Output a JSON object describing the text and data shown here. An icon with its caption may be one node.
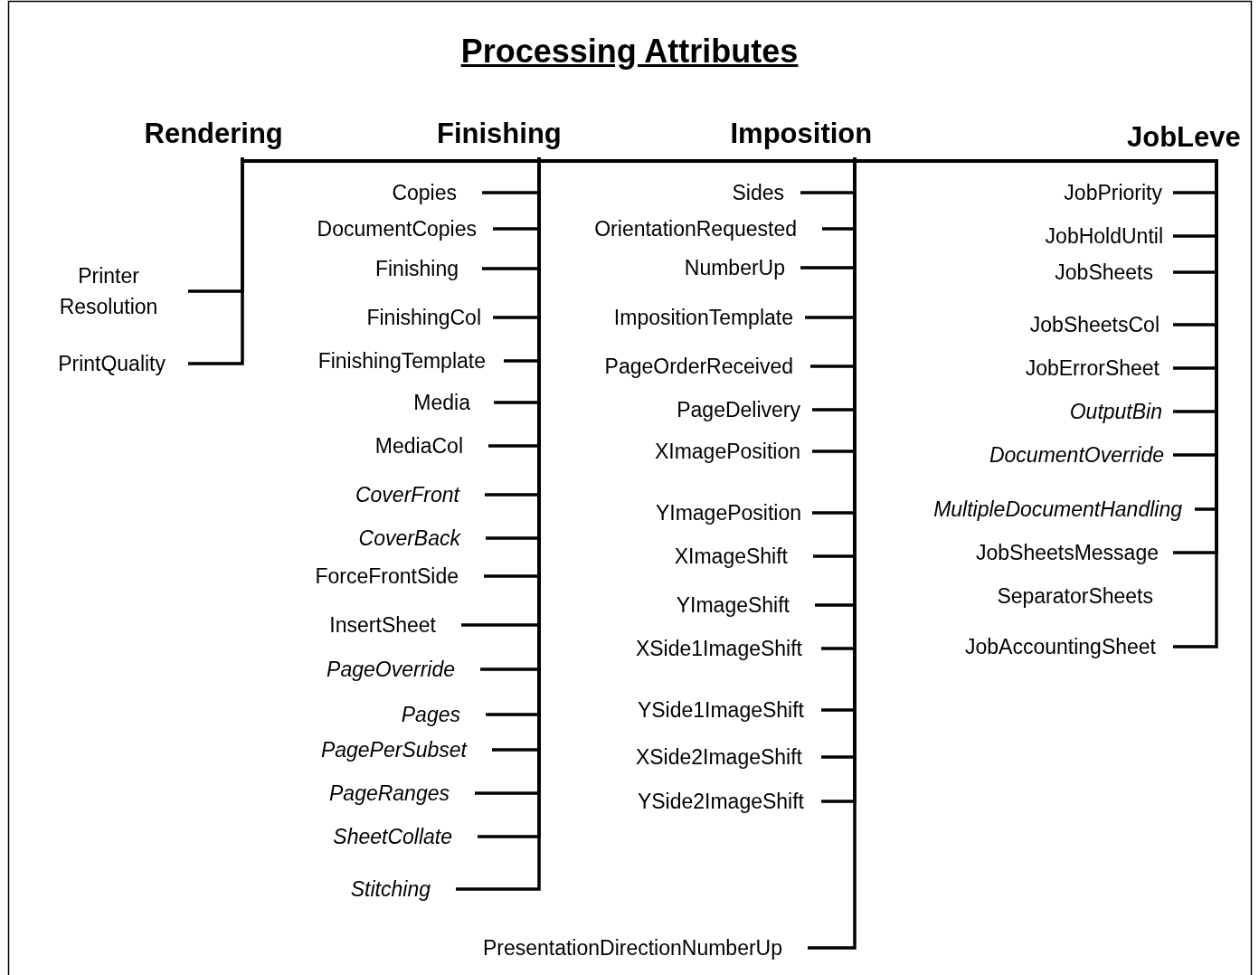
{
  "diagram": {
    "title": "Processing Attributes",
    "nodes": [
      {
        "text": [
          "Rendering"
        ]
      },
      {
        "text": [
          "Finishing"
        ]
      },
      {
        "text": [
          "Imposition"
        ]
      },
      {
        "text": [
          "JobLeve"
        ]
      },
      {
        "text": [
          "Printer Resolution"
        ]
      },
      {
        "text": [
          "PrintQuality"
        ]
      },
      {
        "text": [
          "Copies"
        ]
      },
      {
        "text": [
          "DocumentCopies"
        ]
      },
      {
        "text": [
          "Finishing"
        ]
      },
      {
        "text": [
          "FinishingCol"
        ]
      },
      {
        "text": [
          "FinishingTemplate"
        ]
      },
      {
        "text": [
          "Media"
        ]
      },
      {
        "text": [
          "MediaCol"
        ]
      },
      {
        "text": [
          "CoverFront"
        ]
      },
      {
        "text": [
          "CoverBack"
        ]
      },
      {
        "text": [
          "ForceFrontSide"
        ]
      },
      {
        "text": [
          "InsertSheet"
        ]
      },
      {
        "text": [
          "PageOverride"
        ]
      },
      {
        "text": [
          "Pages"
        ]
      },
      {
        "text": [
          "PagePerSubset"
        ]
      },
      {
        "text": [
          "PageRanges"
        ]
      },
      {
        "text": [
          "SheetCollate"
        ]
      },
      {
        "text": [
          "Stitching"
        ]
      },
      {
        "text": [
          "Sides"
        ]
      },
      {
        "text": [
          "OrientationRequested"
        ]
      },
      {
        "text": [
          "NumberUp"
        ]
      },
      {
        "text": [
          "ImpositionTemplate"
        ]
      },
      {
        "text": [
          "PageOrderReceived"
        ]
      },
      {
        "text": [
          "PageDelivery"
        ]
      },
      {
        "text": [
          "XImagePosition"
        ]
      },
      {
        "text": [
          "YImagePosition"
        ]
      },
      {
        "text": [
          "XImageShift"
        ]
      },
      {
        "text": [
          "YImageShift"
        ]
      },
      {
        "text": [
          "XSide1ImageShift"
        ]
      },
      {
        "text": [
          "YSide1ImageShift"
        ]
      },
      {
        "text": [
          "XSide2ImageShift"
        ]
      },
      {
        "text": [
          "YSide2ImageShift"
        ]
      },
      {
        "text": [
          "PresentationDirectionNumberUp"
        ]
      },
      {
        "text": [
          "JobPriority"
        ]
      },
      {
        "text": [
          "JobHoldUntil"
        ]
      },
      {
        "text": [
          "JobSheets"
        ]
      },
      {
        "text": [
          "JobSheetsCol"
        ]
      },
      {
        "text": [
          "JobErrorSheet"
        ]
      },
      {
        "text": [
          "OutputBin"
        ]
      },
      {
        "text": [
          "DocumentOverride"
        ]
      },
      {
        "text": [
          "MultipleDocumentHandling"
        ]
      },
      {
        "text": [
          "JobSheetsMessage"
        ]
      },
      {
        "text": [
          "JobAccountingSheet"
        ]
      },
      {
        "text": [],
        "shape": "bar"
      }
    ],
    "edges": [
      {
        "from": 4,
        "to": 0,
        "arrow": "none"
      },
      {
        "from": 5,
        "to": 0,
        "arrow": "none"
      },
      {
        "from": 6,
        "to": 1,
        "arrow": "none"
      },
      {
        "from": 7,
        "to": 1,
        "arrow": "none"
      },
      {
        "from": 8,
        "to": 1,
        "arrow": "none"
      },
      {
        "from": 9,
        "to": 1,
        "arrow": "none"
      },
      {
        "from": 10,
        "to": 1,
        "arrow": "none"
      },
      {
        "from": 11,
        "to": 1,
        "arrow": "none"
      },
      {
        "from": 12,
        "to": 1,
        "arrow": "none"
      },
      {
        "from": 13,
        "to": 1,
        "arrow": "none"
      },
      {
        "from": 14,
        "to": 1,
        "arrow": "none"
      },
      {
        "from": 15,
        "to": 1,
        "arrow": "none"
      },
      {
        "from": 16,
        "to": 1,
        "arrow": "none"
      },
      {
        "from": 17,
        "to": 1,
        "arrow": "none"
      },
      {
        "from": 18,
        "to": 1,
        "arrow": "none"
      },
      {
        "from": 19,
        "to": 1,
        "arrow": "none"
      },
      {
        "from": 20,
        "to": 1,
        "arrow": "none"
      },
      {
        "from": 21,
        "to": 1,
        "arrow": "none"
      },
      {
        "from": 22,
        "to": 1,
        "arrow": "none"
      },
      {
        "from": 23,
        "to": 2,
        "arrow": "none"
      },
      {
        "from": 24,
        "to": 2,
        "arrow": "none"
      },
      {
        "from": 25,
        "to": 2,
        "arrow": "none"
      },
      {
        "from": 26,
        "to": 2,
        "arrow": "none"
      },
      {
        "from": 27,
        "to": 2,
        "arrow": "none"
      },
      {
        "from": 28,
        "to": 2,
        "arrow": "none"
      },
      {
        "from": 29,
        "to": 2,
        "arrow": "none"
      },
      {
        "from": 30,
        "to": 2,
        "arrow": "none"
      },
      {
        "from": 31,
        "to": 2,
        "arrow": "none"
      },
      {
        "from": 32,
        "to": 2,
        "arrow": "none"
      },
      {
        "from": 33,
        "to": 2,
        "arrow": "none"
      },
      {
        "from": 34,
        "to": 2,
        "arrow": "none"
      },
      {
        "from": 35,
        "to": 2,
        "arrow": "none"
      },
      {
        "from": 36,
        "to": 2,
        "arrow": "none"
      },
      {
        "from": 37,
        "to": 2,
        "arrow": "none"
      },
      {
        "from": 38,
        "to": 3,
        "arrow": "none"
      },
      {
        "from": 39,
        "to": 3,
        "arrow": "none"
      },
      {
        "from": 40,
        "to": 3,
        "arrow": "none"
      },
      {
        "from": 41,
        "to": 3,
        "arrow": "none"
      },
      {
        "from": 42,
        "to": 3,
        "arrow": "none"
      },
      {
        "from": 43,
        "to": 3,
        "arrow": "none"
      },
      {
        "from": 44,
        "to": 3,
        "arrow": "none"
      },
      {
        "from": 45,
        "to": 3,
        "arrow": "none"
      },
      {
        "from": 46,
        "to": 3,
        "arrow": "none"
      },
      {
        "from": 47,
        "to": 3,
        "arrow": "none"
      }
    ],
    "labels": [
      "SeparatorSheets"
    ]
  }
}
